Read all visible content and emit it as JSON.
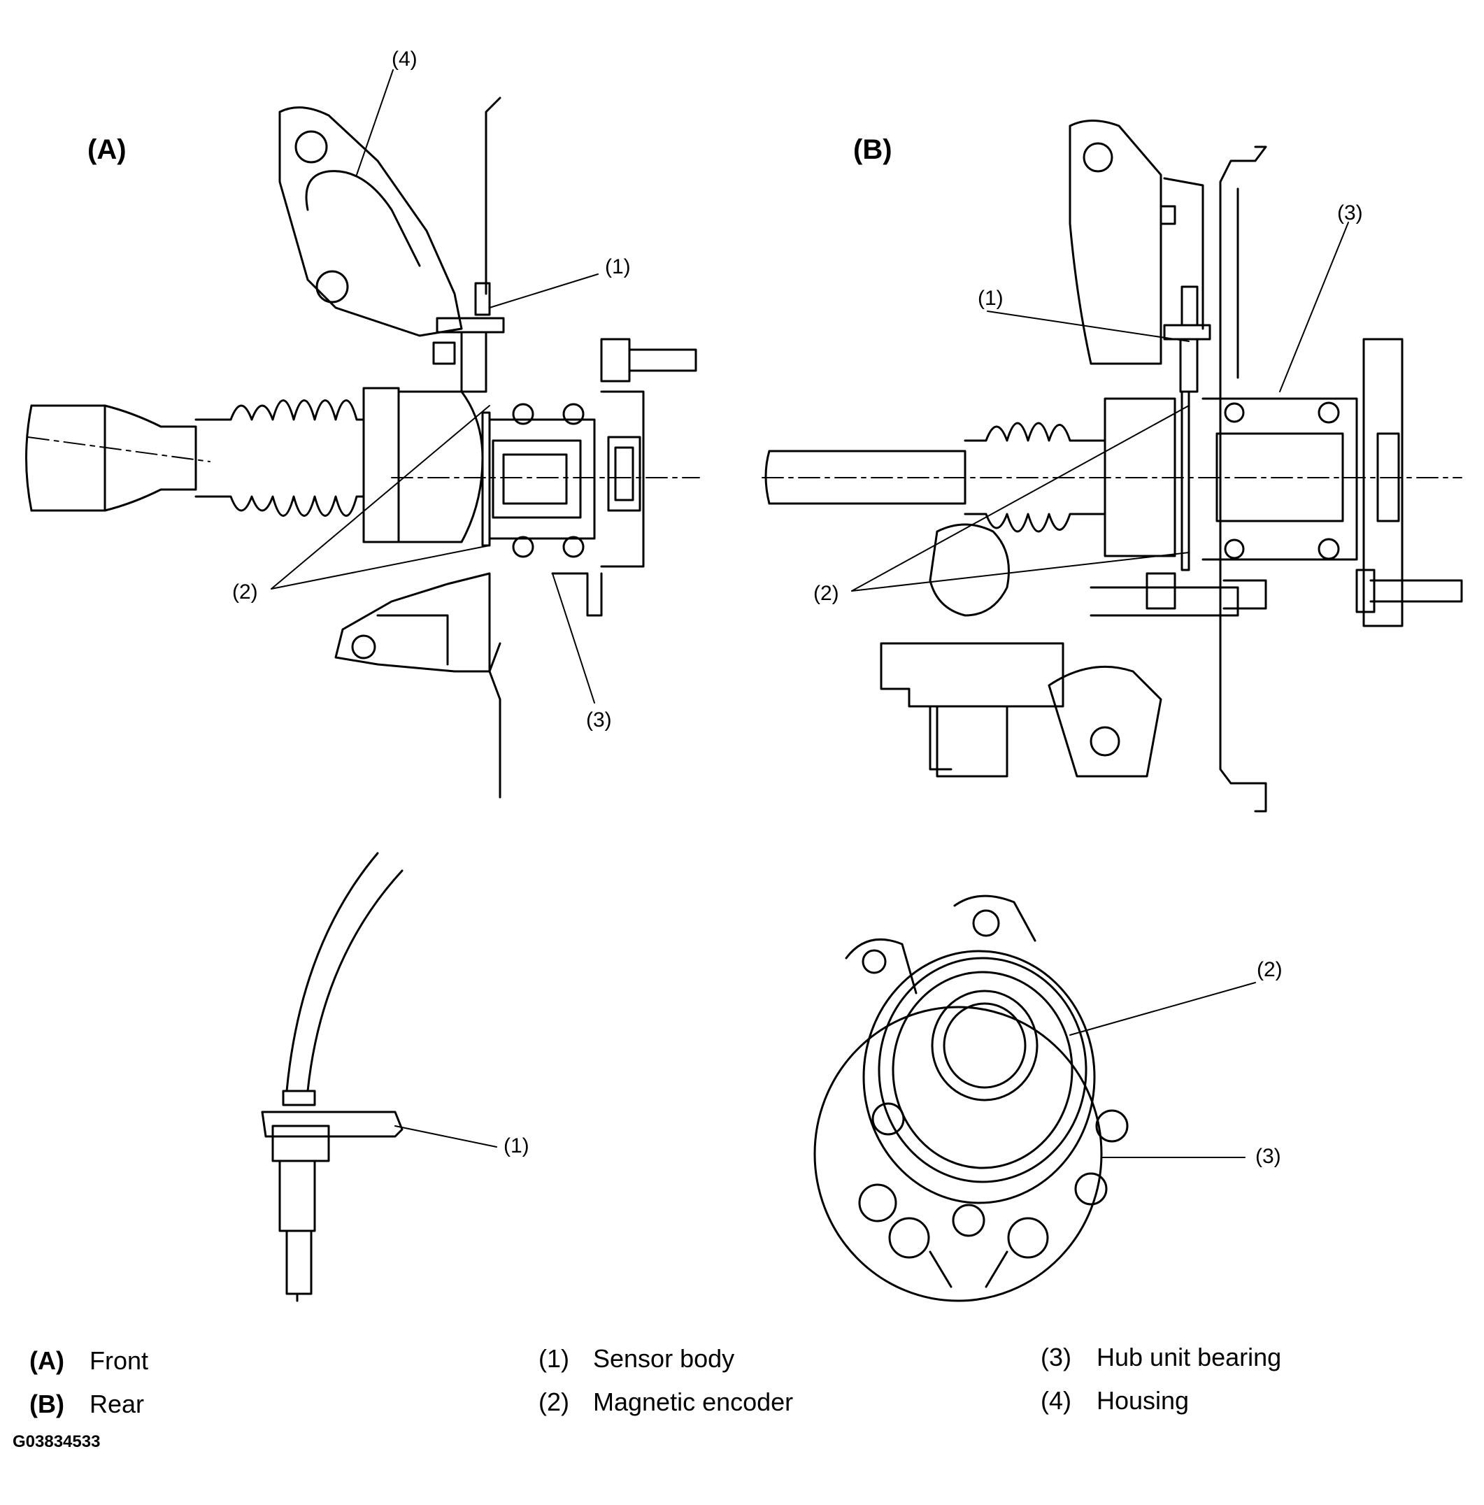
{
  "panels": {
    "front_label": "(A)",
    "rear_label": "(B)"
  },
  "callouts": {
    "a_housing": "(4)",
    "a_sensor": "(1)",
    "a_encoder": "(2)",
    "a_bearing": "(3)",
    "b_sensor": "(1)",
    "b_bearing": "(3)",
    "b_encoder": "(2)",
    "sensor_detail": "(1)",
    "hub_encoder": "(2)",
    "hub_bearing": "(3)"
  },
  "legend": [
    {
      "key": "(A)",
      "text": "Front"
    },
    {
      "key": "(B)",
      "text": "Rear"
    },
    {
      "key": "(1)",
      "text": "Sensor body"
    },
    {
      "key": "(2)",
      "text": "Magnetic encoder"
    },
    {
      "key": "(3)",
      "text": "Hub unit bearing"
    },
    {
      "key": "(4)",
      "text": "Housing"
    }
  ],
  "figure_code": "G03834533"
}
